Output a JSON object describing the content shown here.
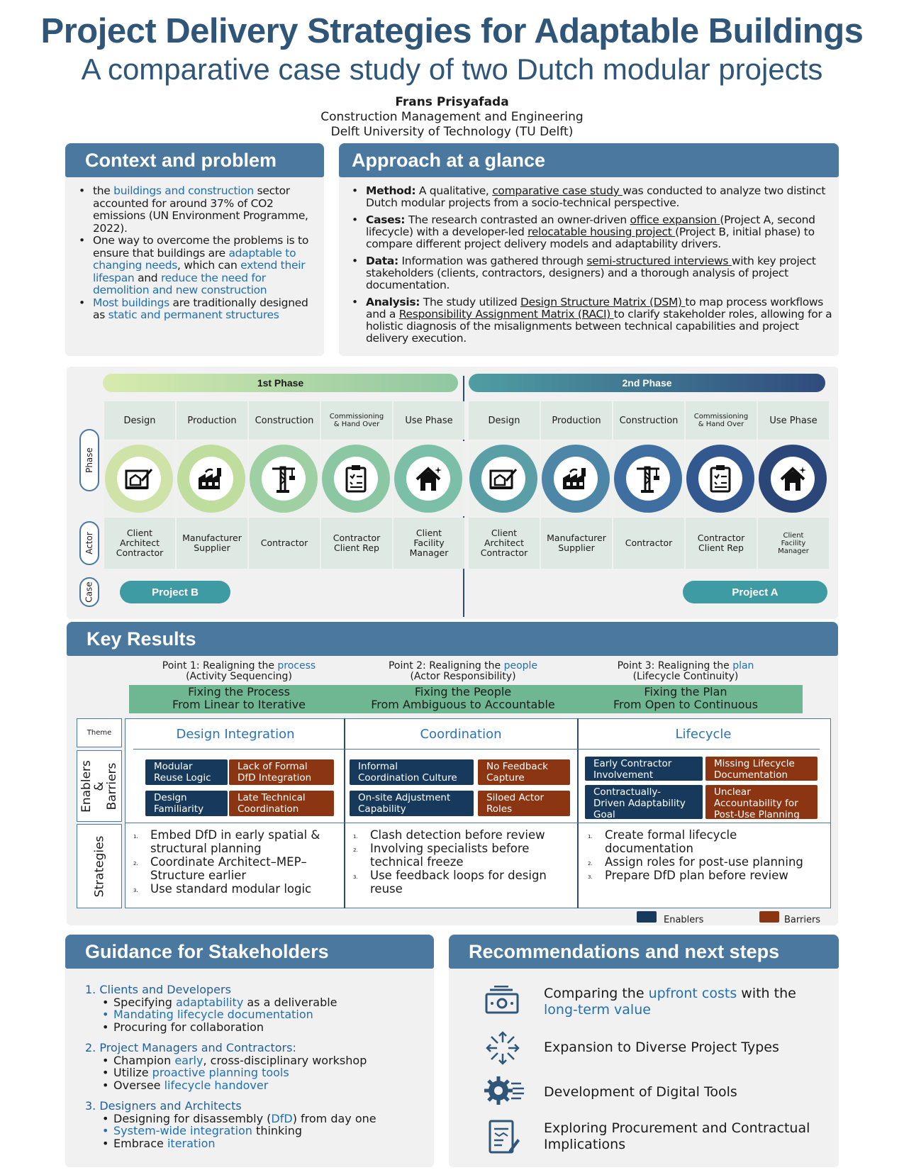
{
  "header": {
    "title": "Project Delivery Strategies for Adaptable Buildings",
    "subtitle": "A comparative case study of two Dutch modular projects",
    "author": "Frans Prisyafada",
    "program": "Construction Management and Engineering",
    "university": "Delft University of Technology (TU Delft)"
  },
  "context": {
    "heading": "Context and problem",
    "b1_pre": "the ",
    "b1_hl": "buildings and construction",
    "b1_post": " sector accounted for around 37% of CO2 emissions (UN Environment Programme, 2022).",
    "b2_pre": "One way to overcome the problems is to ensure that buildings are ",
    "b2_hl1": "adaptable to changing needs",
    "b2_mid": ", which can ",
    "b2_hl2": "extend their lifespan",
    "b2_mid2": " and ",
    "b2_hl3": "reduce the need for demolition and new construction",
    "b3_hl": "Most buildings",
    "b3_mid": " are traditionally designed as ",
    "b3_hl2": "static and permanent structures"
  },
  "approach": {
    "heading": "Approach at a glance",
    "method_label": "Method:",
    "method_pre": " A qualitative, ",
    "method_u": "comparative case study ",
    "method_post": "was conducted to analyze two distinct Dutch modular projects from a socio-technical perspective.",
    "cases_label": "Cases:",
    "cases_pre": " The research contrasted an owner-driven ",
    "cases_u1": "office expansion ",
    "cases_mid": "(Project A, second lifecycle) with a developer-led ",
    "cases_u2": "relocatable housing project ",
    "cases_post": "(Project B, initial phase) to compare different project delivery models and adaptability  drivers.",
    "data_label": "Data:",
    "data_pre": " Information was gathered through ",
    "data_u": "semi-structured interviews ",
    "data_post": "with key project stakeholders (clients, contractors, designers) and a thorough analysis of project documentation.",
    "analysis_label": "Analysis:",
    "analysis_pre": " The study utilized ",
    "analysis_u1": "Design Structure Matrix (DSM) ",
    "analysis_mid": "to map process workflows and a ",
    "analysis_u2": "Responsibility Assignment Matrix (RACI) ",
    "analysis_post": "to clarify stakeholder roles,    allowing for a holistic diagnosis of the misalignments between technical capabilities and project delivery execution."
  },
  "phases": {
    "phase1": "1st Phase",
    "phase2": "2nd Phase",
    "side_phase": "Phase",
    "side_actor": "Actor",
    "side_case": "Case",
    "case_b": "Project B",
    "case_a": "Project A",
    "columns": [
      {
        "stage": "Design",
        "actor": "Client\nArchitect\nContractor",
        "icon": "design-blueprint-icon"
      },
      {
        "stage": "Production",
        "actor": "Manufacturer\nSupplier",
        "icon": "factory-icon"
      },
      {
        "stage": "Construction",
        "actor": "Contractor",
        "icon": "crane-icon"
      },
      {
        "stage": "Commissioning\n& Hand Over",
        "actor": "Contractor\nClient Rep",
        "icon": "clipboard-checklist-icon"
      },
      {
        "stage": "Use Phase",
        "actor": "Client\nFacility\nManager",
        "icon": "house-icon"
      },
      {
        "stage": "Design",
        "actor": "Client\nArchitect\nContractor",
        "icon": "design-blueprint-icon"
      },
      {
        "stage": "Production",
        "actor": "Manufacturer\nSupplier",
        "icon": "factory-icon"
      },
      {
        "stage": "Construction",
        "actor": "Contractor",
        "icon": "crane-icon"
      },
      {
        "stage": "Commissioning\n& Hand Over",
        "actor": "Contractor\nClient Rep",
        "icon": "clipboard-checklist-icon"
      },
      {
        "stage": "Use Phase",
        "actor": "Client\nFacility\nManager",
        "icon": "house-icon"
      }
    ],
    "ring_colors": [
      "#cfe3a8",
      "#bfdd9c",
      "#9fd0a4",
      "#8cc7a4",
      "#7bbfa8",
      "#5a9fa6",
      "#4d86a6",
      "#3f6fa0",
      "#33578f",
      "#2b4679"
    ]
  },
  "key_results": {
    "heading": "Key Results",
    "points": [
      {
        "pre": "Point 1: Realigning the ",
        "hl": "process",
        "sub": "(Activity Sequencing)",
        "fix1": "Fixing the Process",
        "fix2": "From Linear to Iterative"
      },
      {
        "pre": "Point 2: Realigning the ",
        "hl": "people",
        "sub": "(Actor Responsibility)",
        "fix1": "Fixing the People",
        "fix2": "From Ambiguous to Accountable"
      },
      {
        "pre": "Point 3: Realigning the ",
        "hl": "plan",
        "sub": "(Lifecycle Continuity)",
        "fix1": "Fixing the Plan",
        "fix2": "From Open to Continuous"
      }
    ],
    "row_theme": "Theme",
    "row_enablers": "Enablers\n&\nBarriers",
    "row_strategies": "Strategies",
    "themes": [
      "Design Integration",
      "Coordination",
      "Lifecycle"
    ],
    "eb": [
      [
        "Modular\nReuse Logic",
        "Lack of Formal\nDfD Integration",
        "Design\nFamiliarity",
        "Late Technical\nCoordination"
      ],
      [
        "Informal\nCoordination Culture",
        "No Feedback\nCapture",
        "On-site Adjustment\nCapability",
        "Siloed Actor\nRoles"
      ],
      [
        "Early Contractor\nInvolvement",
        "Missing Lifecycle\nDocumentation",
        "Contractually-\nDriven Adaptability\nGoal",
        "Unclear\nAccountability for\nPost-Use Planning"
      ]
    ],
    "strategies": [
      [
        "Embed DfD in early spatial & structural planning",
        "Coordinate Architect–MEP–Structure earlier",
        "Use standard modular logic"
      ],
      [
        "Clash detection before review",
        "Involving specialists before technical freeze",
        "Use feedback loops for design reuse"
      ],
      [
        "Create formal lifecycle documentation",
        "Assign roles for post-use planning",
        "Prepare DfD plan before review"
      ]
    ],
    "nums": [
      "1.",
      "2.",
      "3."
    ],
    "legend_enablers": "Enablers",
    "legend_barriers": "Barriers",
    "color_enabler": "#173a5c",
    "color_barrier": "#8c3512"
  },
  "guidance": {
    "heading": "Guidance for Stakeholders",
    "g1": "1. Clients and Developers",
    "g1a_pre": "Specifying ",
    "g1a_hl": "adaptability",
    "g1a_post": " as a deliverable",
    "g1b": "Mandating lifecycle documentation",
    "g1c": "Procuring for collaboration",
    "g2": "2. Project Managers and Contractors:",
    "g2a_pre": "Champion ",
    "g2a_hl": "early",
    "g2a_post": ", cross-disciplinary workshop",
    "g2b_pre": "Utilize ",
    "g2b_hl": "proactive planning tools",
    "g2c_pre": "Oversee ",
    "g2c_hl": "lifecycle handover",
    "g3": "3. Designers and Architects",
    "g3a_pre": "Designing for disassembly (",
    "g3a_hl": "DfD",
    "g3a_post": ") from day one",
    "g3b_hl": "System-wide integration",
    "g3b_post": " thinking",
    "g3c_pre": "Embrace ",
    "g3c_hl": "iteration"
  },
  "recommendations": {
    "heading": "Recommendations and next steps",
    "r1_pre": "Comparing the ",
    "r1_hl": "upfront costs",
    "r1_mid": " with the ",
    "r1_hl2": "long-term value",
    "r2": "Expansion to Diverse Project Types",
    "r3": "Development of Digital Tools",
    "r4": "Exploring Procurement and Contractual Implications",
    "icons": [
      "money-icon",
      "expand-arrows-icon",
      "digital-gear-icon",
      "contract-handshake-icon"
    ]
  }
}
